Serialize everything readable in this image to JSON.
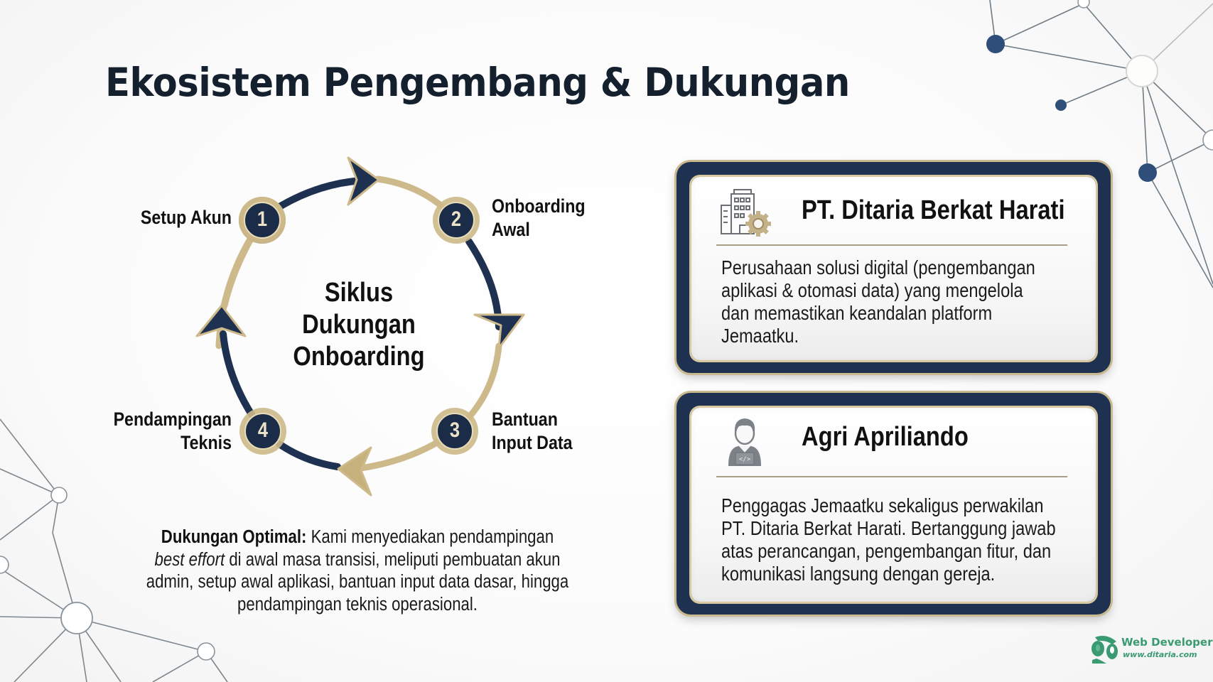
{
  "slide": {
    "title": "Ekosistem Pengembang & Dukungan"
  },
  "cycle": {
    "center_lines": [
      "Siklus",
      "Dukungan",
      "Onboarding"
    ],
    "steps": [
      {
        "number": "1",
        "lines": [
          "Setup Akun"
        ]
      },
      {
        "number": "2",
        "lines": [
          "Onboarding",
          "Awal"
        ]
      },
      {
        "number": "3",
        "lines": [
          "Bantuan",
          "Input Data"
        ]
      },
      {
        "number": "4",
        "lines": [
          "Pendampingan",
          "Teknis"
        ]
      }
    ],
    "colors": {
      "navy": "#1f3150",
      "gold": "#cdb98a",
      "number": "#ece2c8"
    }
  },
  "note": {
    "bold_label": "Dukungan Optimal:",
    "text_before_italic": " Kami menyediakan pendampingan ",
    "italic": "best effort",
    "text_after_italic": " di awal masa transisi, meliputi pembuatan akun admin, setup awal aplikasi, bantuan input data dasar, hingga pendampingan teknis operasional."
  },
  "cards": [
    {
      "icon": "building-gear-icon",
      "title": "PT. Ditaria Berkat Harati",
      "body_lines": [
        "Perusahaan solusi digital (pengembangan",
        "aplikasi & otomasi data) yang mengelola",
        "dan memastikan keandalan platform",
        "Jemaatku."
      ]
    },
    {
      "icon": "developer-person-icon",
      "title": "Agri Apriliando",
      "body_lines": [
        "Penggagas Jemaatku sekaligus perwakilan",
        "PT. Ditaria Berkat Harati. Bertanggung jawab",
        "atas perancangan, pengembangan fitur, dan",
        "komunikasi langsung dengan gereja."
      ]
    }
  ],
  "logo": {
    "title": "Web Developer",
    "url": "www.ditaria.com",
    "color": "#3a9a72"
  }
}
